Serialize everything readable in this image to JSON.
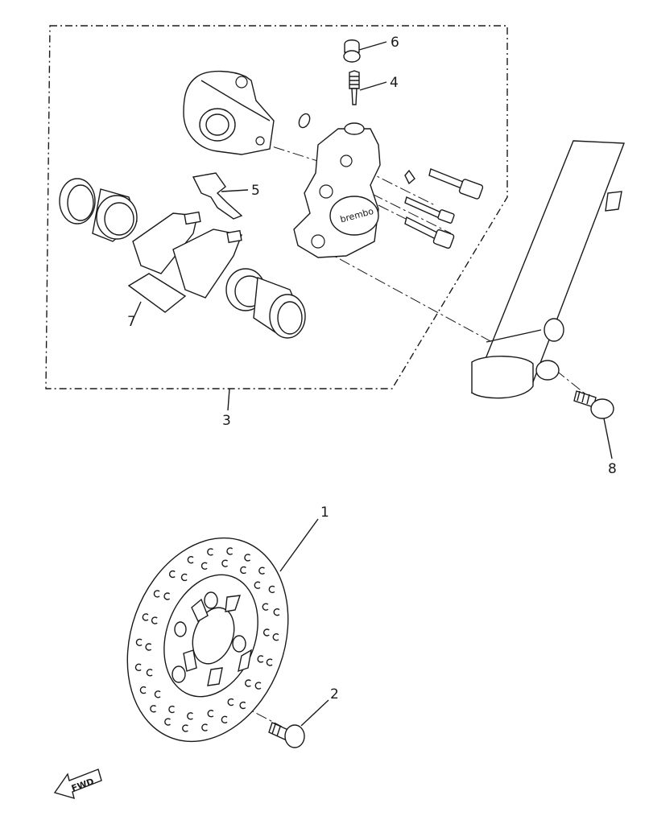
{
  "callouts": {
    "brake_disc": "1",
    "disc_bolt": "2",
    "caliper_assembly": "3",
    "bleed_screw": "4",
    "pad_support": "5",
    "bleed_cap": "6",
    "brake_pad_kit": "7",
    "caliper_bolt": "8"
  },
  "caliper_brand": "brembo",
  "fwd_label": "FWD",
  "colors": {
    "ink": "#1a1a1a",
    "paper": "#ffffff"
  }
}
